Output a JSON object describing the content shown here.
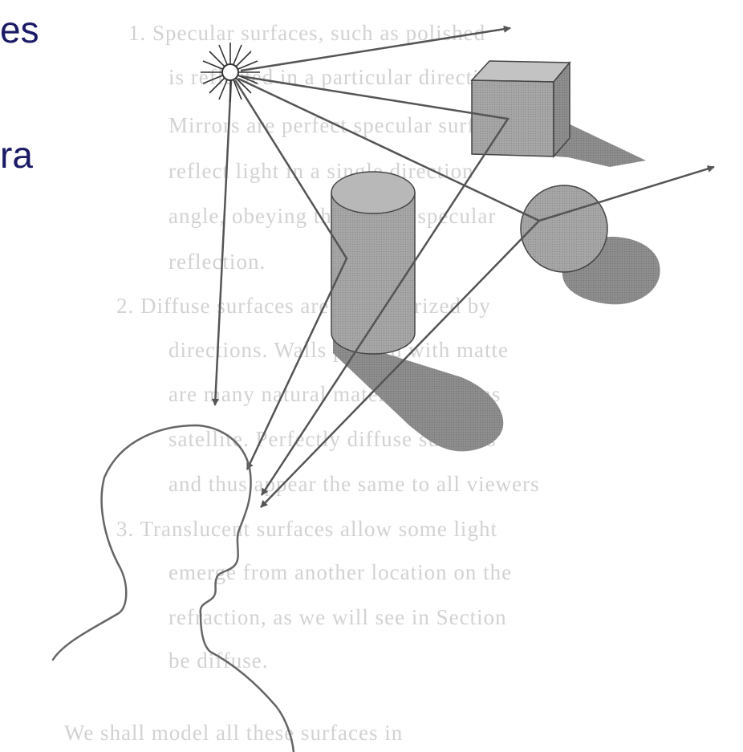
{
  "slide_text": {
    "line1": "es",
    "line2": "ra"
  },
  "colors": {
    "text": "#1a1a66",
    "ray": "#555555",
    "object_fill": "#a9a9a9",
    "shadow_fill": "#8c8c8c",
    "outline": "#444444",
    "ghost_text": "#d2d2d2"
  },
  "icons": {
    "light_source": "star-burst-icon",
    "viewer": "human-head-silhouette"
  }
}
